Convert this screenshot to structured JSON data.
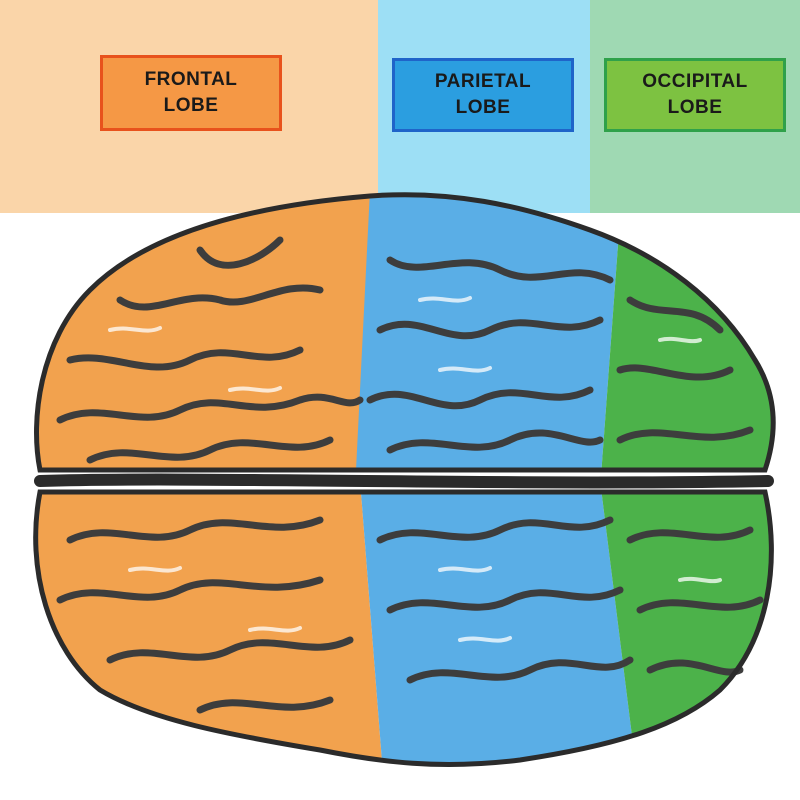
{
  "lobes": [
    {
      "id": "frontal",
      "label": "FRONTAL\nLOBE",
      "band_color": "#fad5a9",
      "box_fill": "#f59845",
      "box_border": "#e8521c",
      "brain_fill": "#f2a24e"
    },
    {
      "id": "parietal",
      "label": "PARIETAL\nLOBE",
      "band_color": "#9ddff5",
      "box_fill": "#2b9ee0",
      "box_border": "#1f64c9",
      "brain_fill": "#5aaee6"
    },
    {
      "id": "occipital",
      "label": "OCCIPITAL\nLOBE",
      "band_color": "#9fd9b3",
      "box_fill": "#7dc241",
      "box_border": "#2fa14a",
      "brain_fill": "#4cb24a"
    }
  ],
  "colors": {
    "outline": "#2b2b2b",
    "sulcus": "#3d3d3d",
    "highlight": "#ffffff"
  }
}
